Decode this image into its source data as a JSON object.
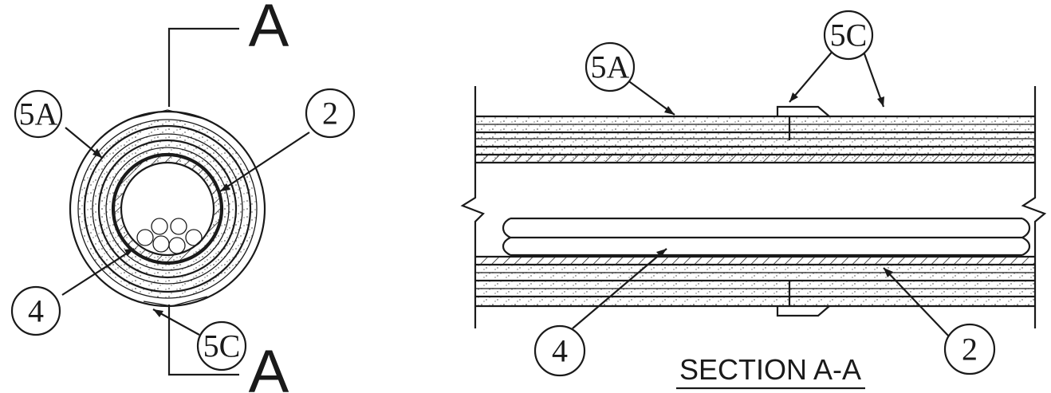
{
  "cross_section": {
    "cut_label_top": "A",
    "cut_label_bottom": "A",
    "callouts": {
      "wrap_layer": "5A",
      "conduit": "2",
      "cables": "4",
      "clip": "5C"
    }
  },
  "section_view": {
    "callouts": {
      "wrap_layer": "5A",
      "clip": "5C",
      "cables": "4",
      "conduit": "2"
    },
    "title": "SECTION A-A"
  }
}
